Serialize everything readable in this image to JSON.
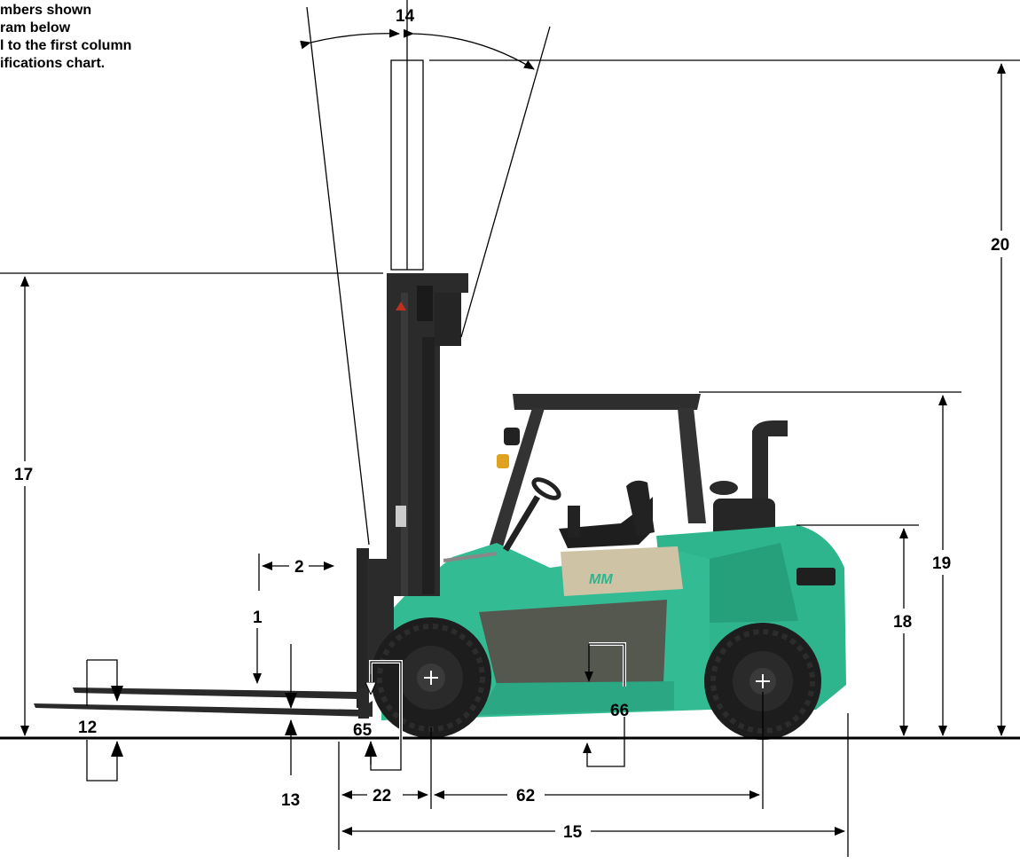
{
  "note": {
    "lines": [
      "mbers shown",
      "ram below",
      "l to the first column",
      "ifications chart."
    ]
  },
  "labels": {
    "d14": "14",
    "d20": "20",
    "d17": "17",
    "d19": "19",
    "d18": "18",
    "d2": "2",
    "d1": "1",
    "d12": "12",
    "d13": "13",
    "d65": "65",
    "d66": "66",
    "d22": "22",
    "d62": "62",
    "d15": "15"
  },
  "badge": {
    "logo": "MM"
  },
  "colors": {
    "body": "#2fb58d",
    "body_shadow": "#1f8a69",
    "mast": "#2b2b2b",
    "tire": "#1d1d1d",
    "counterweight_panel": "#cfc3a6",
    "line": "#000000"
  }
}
